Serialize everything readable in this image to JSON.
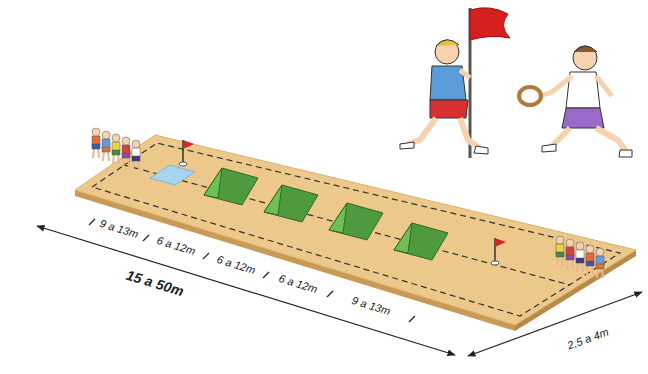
{
  "diagram": {
    "labels": [
      "9 a 13m",
      "6 a 12m",
      "6 a 12m",
      "6 a 12m",
      "9 a 13m",
      "15 a 50m",
      "2,5 a 4m"
    ]
  }
}
